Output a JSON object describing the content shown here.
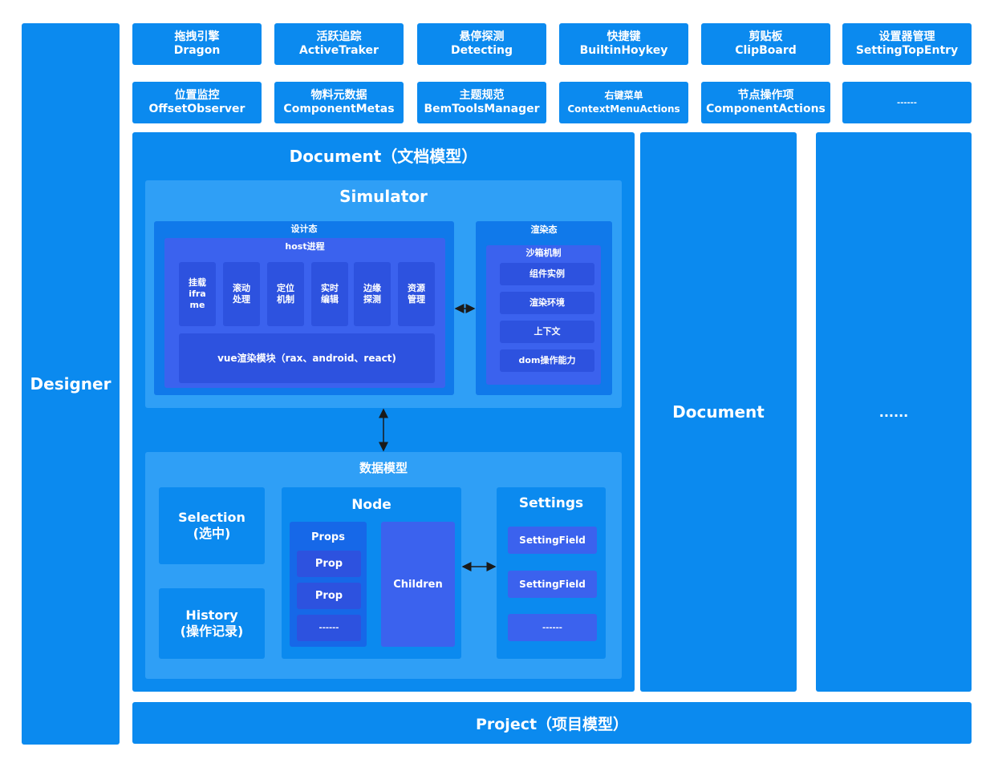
{
  "designer": "Designer",
  "modules_row1": [
    {
      "zh": "拖拽引擎",
      "en": "Dragon"
    },
    {
      "zh": "活跃追踪",
      "en": "ActiveTraker"
    },
    {
      "zh": "悬停探测",
      "en": "Detecting"
    },
    {
      "zh": "快捷键",
      "en": "BuiltinHoykey"
    },
    {
      "zh": "剪贴板",
      "en": "ClipBoard"
    },
    {
      "zh": "设置器管理",
      "en": "SettingTopEntry"
    }
  ],
  "modules_row2": [
    {
      "zh": "位置监控",
      "en": "OffsetObserver"
    },
    {
      "zh": "物料元数据",
      "en": "ComponentMetas"
    },
    {
      "zh": "主题规范",
      "en": "BemToolsManager"
    },
    {
      "zh": "右键菜单",
      "en": "ContextMenuActions"
    },
    {
      "zh": "节点操作项",
      "en": "ComponentActions"
    },
    {
      "zh": "",
      "en": "------"
    }
  ],
  "document_main_title": "Document（文档模型）",
  "simulator": {
    "title": "Simulator",
    "design_state": "设计态",
    "host_process": "host进程",
    "host_items": [
      "挂载\nifra\nme",
      "滚动\n处理",
      "定位\n机制",
      "实时\n编辑",
      "边缘\n探测",
      "资源\n管理"
    ],
    "vue_render": "vue渲染模块（rax、android、react)",
    "render_state": "渲染态",
    "sandbox": "沙箱机制",
    "sandbox_items": [
      "组件实例",
      "渲染环境",
      "上下文",
      "dom操作能力"
    ]
  },
  "data_model": {
    "title": "数据模型",
    "selection": "Selection\n(选中)",
    "history": "History\n(操作记录)",
    "node_title": "Node",
    "props_title": "Props",
    "prop_items": [
      "Prop",
      "Prop",
      "------"
    ],
    "children": "Children",
    "settings_title": "Settings",
    "setting_items": [
      "SettingField",
      "SettingField",
      "------"
    ]
  },
  "document_side": "Document",
  "ellipsis_side": "......",
  "project": "Project（项目模型）",
  "colors": {
    "primary": "#0b8aef",
    "light_panel": "#2f9ff6",
    "mid_panel": "#1079ea",
    "deep_panel": "#1668e8",
    "indigo": "#3b62ee",
    "dark_indigo": "#2d52df"
  }
}
